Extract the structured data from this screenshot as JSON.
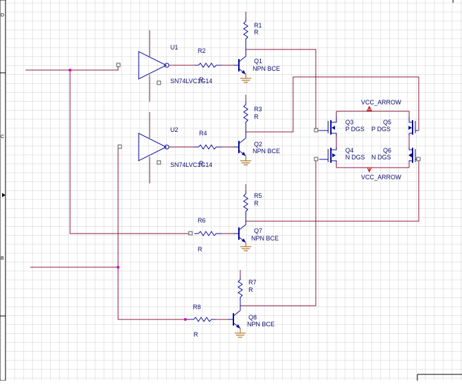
{
  "border": {
    "row_markers": [
      "D",
      "C",
      "B"
    ]
  },
  "colors": {
    "wire": "#8b1a3a",
    "component": "#0a0a9a",
    "grid": "#cfcfcf",
    "junction": "#e000c0",
    "ground": "#a05a00",
    "power_flag": "#cc0000",
    "label": "#0a0a6e"
  },
  "components": {
    "U1": {
      "ref": "U1",
      "value": "SN74LVC1G14"
    },
    "U2": {
      "ref": "U2",
      "value": "SN74LVC1G14"
    },
    "R1": {
      "ref": "R1",
      "value": "R"
    },
    "R2": {
      "ref": "R2",
      "value": "R"
    },
    "R3": {
      "ref": "R3",
      "value": "R"
    },
    "R4": {
      "ref": "R4",
      "value": "R"
    },
    "R5": {
      "ref": "R5",
      "value": "R"
    },
    "R6": {
      "ref": "R6",
      "value": "R"
    },
    "R7": {
      "ref": "R7",
      "value": "R"
    },
    "R8": {
      "ref": "R8",
      "value": "R"
    },
    "Q1": {
      "ref": "Q1",
      "value": "NPN BCE"
    },
    "Q2": {
      "ref": "Q2",
      "value": "NPN BCE"
    },
    "Q7": {
      "ref": "Q7",
      "value": "NPN BCE"
    },
    "Q8": {
      "ref": "Q8",
      "value": "NPN BCE"
    },
    "Q3": {
      "ref": "Q3",
      "value": "P DGS"
    },
    "Q5": {
      "ref": "Q5",
      "value": "P DGS"
    },
    "Q4": {
      "ref": "Q4",
      "value": "N DGS"
    },
    "Q6": {
      "ref": "Q6",
      "value": "N DGS"
    }
  },
  "power": {
    "top": "VCC_ARROW",
    "bottom": "VCC_ARROW"
  }
}
